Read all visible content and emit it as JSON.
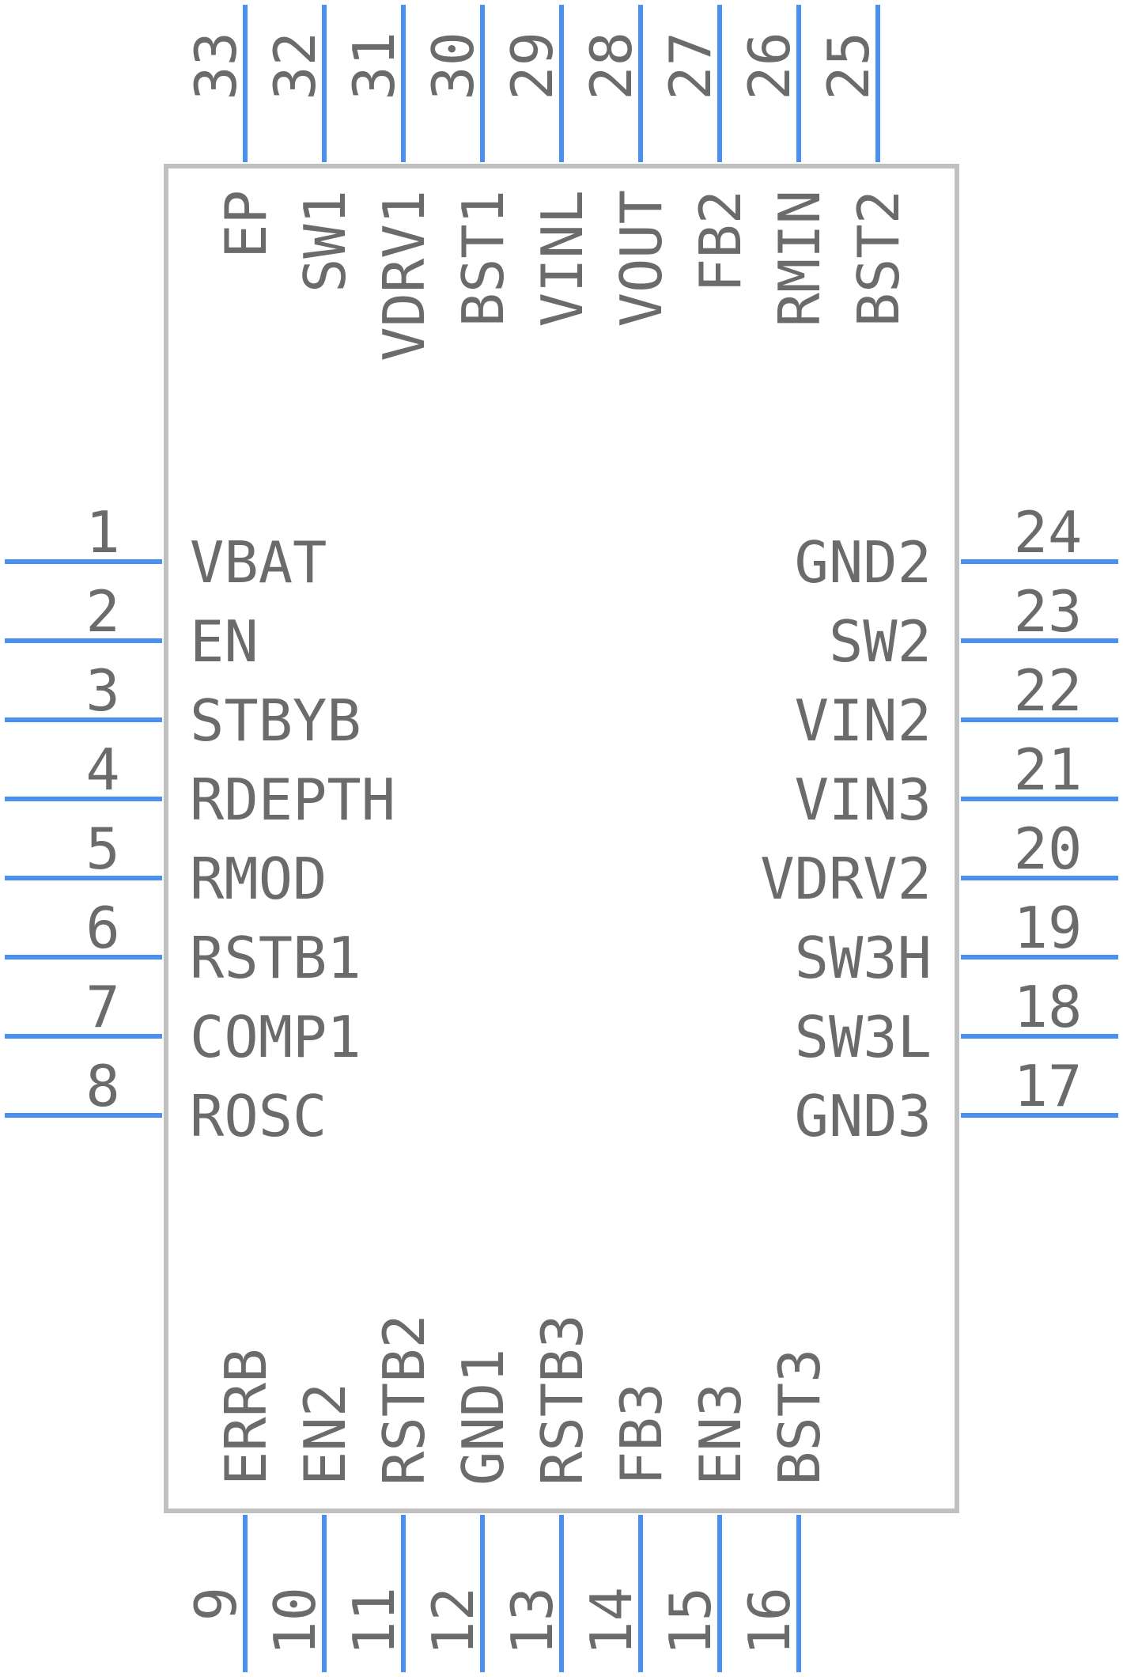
{
  "component": {
    "body_color": "#c0c0c0",
    "pin_color": "#4a90f0",
    "text_color": "#6b6b6b"
  },
  "pins": {
    "left": [
      {
        "number": "1",
        "name": "VBAT"
      },
      {
        "number": "2",
        "name": "EN"
      },
      {
        "number": "3",
        "name": "STBYB"
      },
      {
        "number": "4",
        "name": "RDEPTH"
      },
      {
        "number": "5",
        "name": "RMOD"
      },
      {
        "number": "6",
        "name": "RSTB1"
      },
      {
        "number": "7",
        "name": "COMP1"
      },
      {
        "number": "8",
        "name": "ROSC"
      }
    ],
    "bottom": [
      {
        "number": "9",
        "name": "ERRB"
      },
      {
        "number": "10",
        "name": "EN2"
      },
      {
        "number": "11",
        "name": "RSTB2"
      },
      {
        "number": "12",
        "name": "GND1"
      },
      {
        "number": "13",
        "name": "RSTB3"
      },
      {
        "number": "14",
        "name": "FB3"
      },
      {
        "number": "15",
        "name": "EN3"
      },
      {
        "number": "16",
        "name": "BST3"
      }
    ],
    "right": [
      {
        "number": "17",
        "name": "GND3"
      },
      {
        "number": "18",
        "name": "SW3L"
      },
      {
        "number": "19",
        "name": "SW3H"
      },
      {
        "number": "20",
        "name": "VDRV2"
      },
      {
        "number": "21",
        "name": "VIN3"
      },
      {
        "number": "22",
        "name": "VIN2"
      },
      {
        "number": "23",
        "name": "SW2"
      },
      {
        "number": "24",
        "name": "GND2"
      }
    ],
    "top": [
      {
        "number": "25",
        "name": "BST2"
      },
      {
        "number": "26",
        "name": "RMIN"
      },
      {
        "number": "27",
        "name": "FB2"
      },
      {
        "number": "28",
        "name": "VOUT"
      },
      {
        "number": "29",
        "name": "VINL"
      },
      {
        "number": "30",
        "name": "BST1"
      },
      {
        "number": "31",
        "name": "VDRV1"
      },
      {
        "number": "32",
        "name": "SW1"
      },
      {
        "number": "33",
        "name": "EP"
      }
    ]
  }
}
